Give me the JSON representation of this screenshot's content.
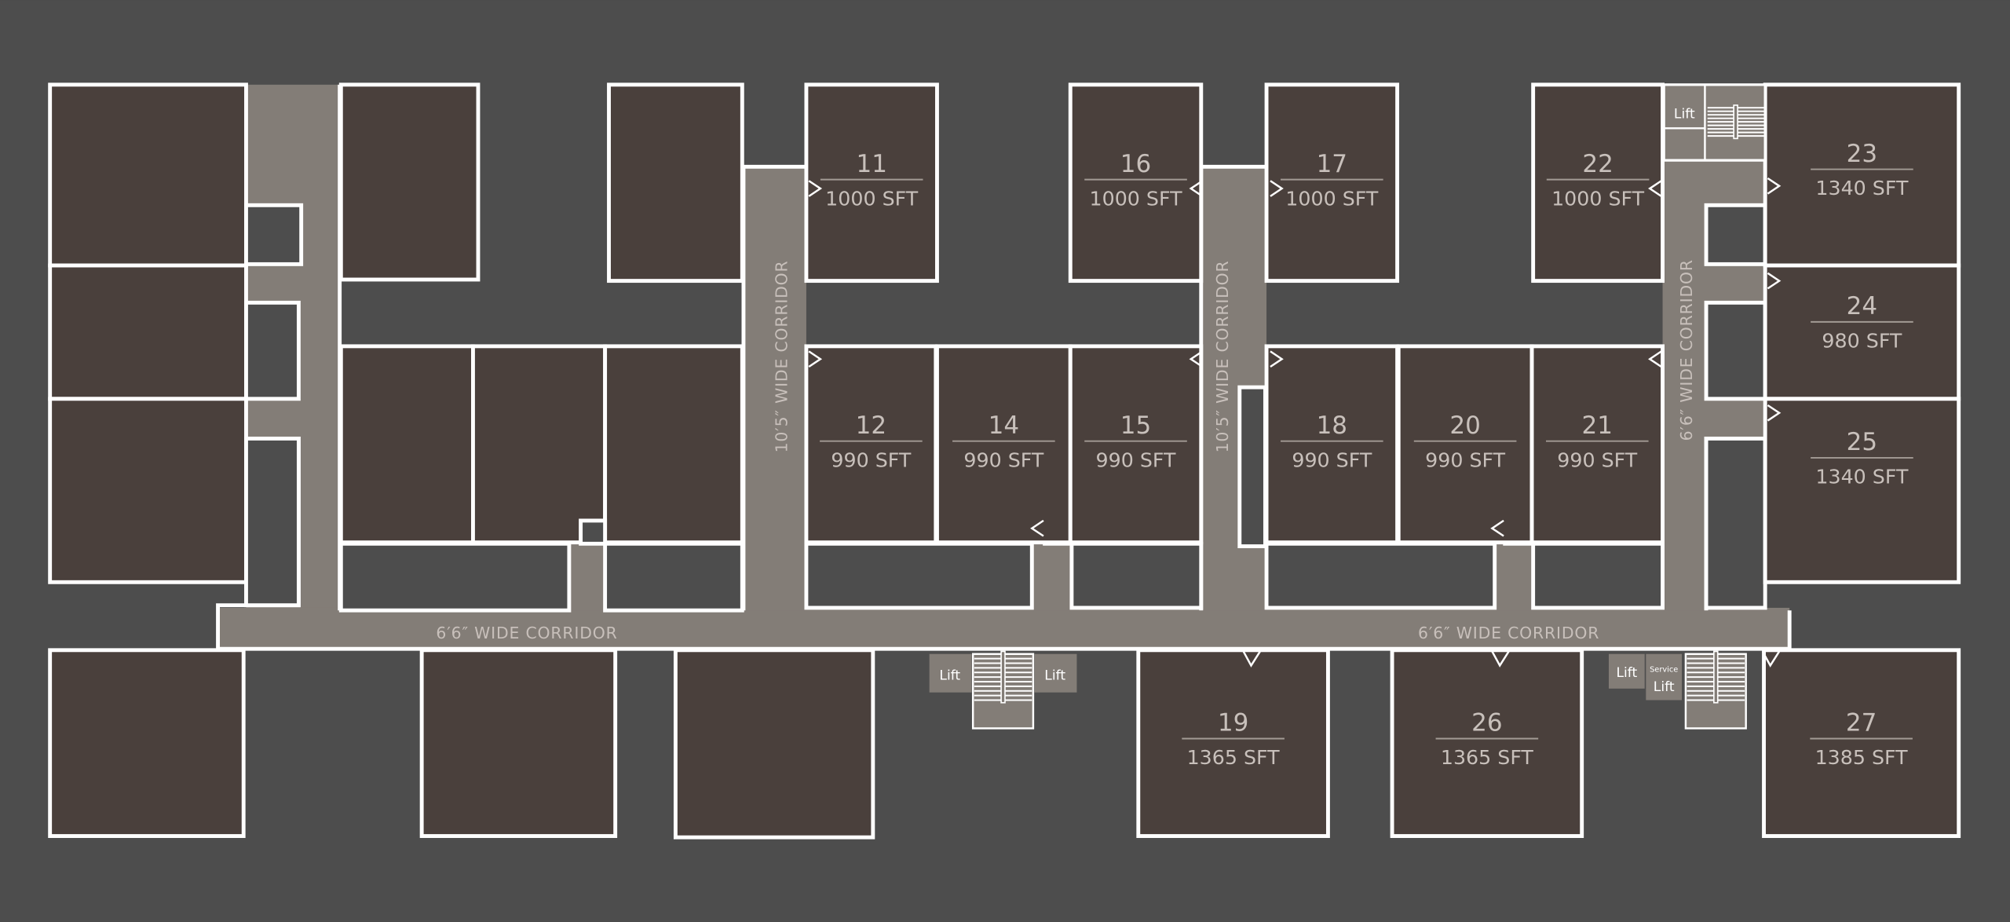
{
  "title": "Floor plan",
  "colors": {
    "background": "#4d4d4d",
    "unit": "#4a403c",
    "corridor": "#837d77",
    "wall": "#ffffff",
    "text": "#c8c0bb"
  },
  "corridors": {
    "left_horizontal": "6′6″ WIDE CORRIDOR",
    "right_horizontal": "6′6″ WIDE CORRIDOR",
    "vertical_1": "10′5″ WIDE CORRIDOR",
    "vertical_2": "10′5″ WIDE CORRIDOR",
    "vertical_right": "6′6″ WIDE CORRIDOR"
  },
  "lifts": {
    "lift": "Lift",
    "service": "Service",
    "service_lift": "Lift"
  },
  "units": [
    {
      "id": "11",
      "area": "1000 SFT"
    },
    {
      "id": "16",
      "area": "1000 SFT"
    },
    {
      "id": "17",
      "area": "1000 SFT"
    },
    {
      "id": "22",
      "area": "1000 SFT"
    },
    {
      "id": "23",
      "area": "1340 SFT"
    },
    {
      "id": "12",
      "area": "990 SFT"
    },
    {
      "id": "14",
      "area": "990 SFT"
    },
    {
      "id": "15",
      "area": "990 SFT"
    },
    {
      "id": "18",
      "area": "990 SFT"
    },
    {
      "id": "20",
      "area": "990 SFT"
    },
    {
      "id": "21",
      "area": "990 SFT"
    },
    {
      "id": "24",
      "area": "980 SFT"
    },
    {
      "id": "25",
      "area": "1340 SFT"
    },
    {
      "id": "19",
      "area": "1365 SFT"
    },
    {
      "id": "26",
      "area": "1365 SFT"
    },
    {
      "id": "27",
      "area": "1385 SFT"
    }
  ]
}
